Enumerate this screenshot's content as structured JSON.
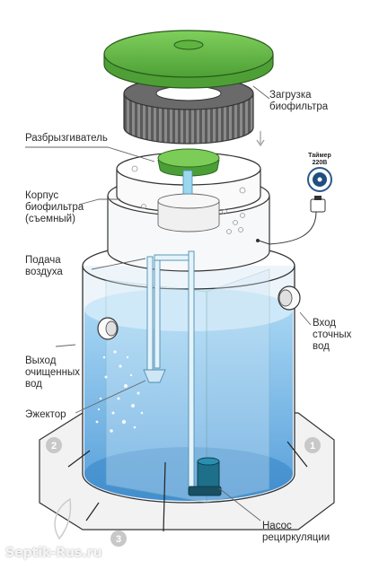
{
  "labels": {
    "biofilter_load": "Загрузка\nбиофильтра",
    "sprinkler": "Разбрызгиватель",
    "biofilter_body": "Корпус\nбиофильтра\n(съемный)",
    "air_supply": "Подача\nвоздуха",
    "treated_outlet": "Выход\nочищенных\nвод",
    "ejector": "Эжектор",
    "wastewater_inlet": "Вход\nсточных\nвод",
    "recirc_pump": "Насос\nрециркуляции",
    "timer": "Таймер\n220В"
  },
  "chamber_numbers": [
    "1",
    "2",
    "3"
  ],
  "watermark": "Septik-Rus.ru",
  "colors": {
    "lid_green": "#6abf4b",
    "water_blue": "#5aaee6",
    "pump_teal": "#1e6f8a",
    "label_text": "#2b2b2b"
  }
}
